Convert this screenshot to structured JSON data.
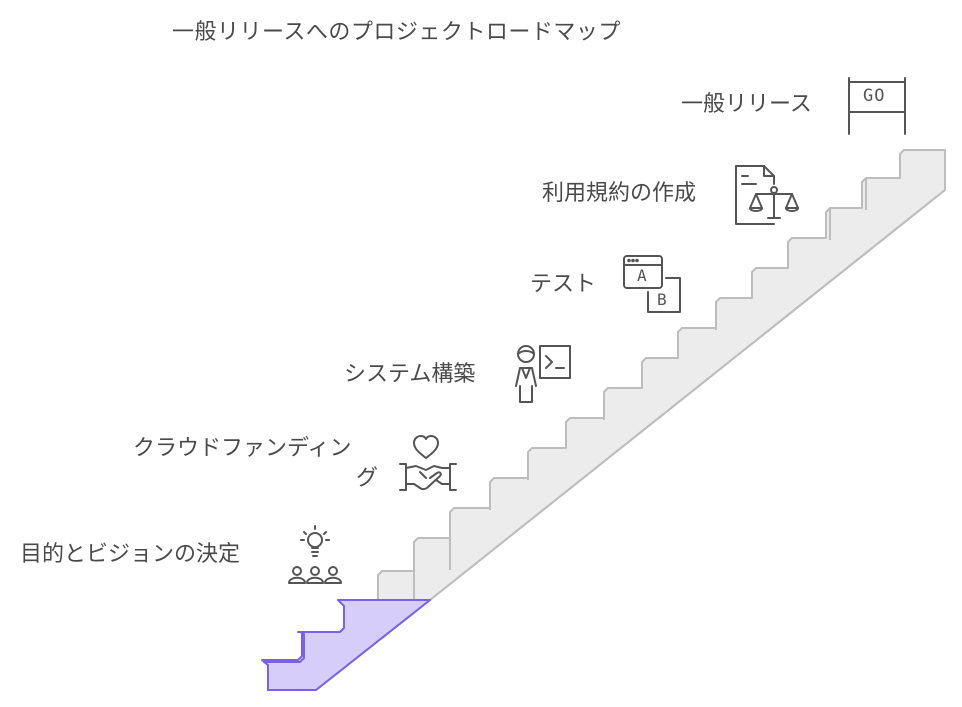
{
  "title": "一般リリースへのプロジェクトロードマップ",
  "steps": [
    {
      "label": "目的とビジョンの決定",
      "icon": "lightbulb-team-icon"
    },
    {
      "label": "クラウドファンディング",
      "line1": "クラウドファンディン",
      "line2": "グ",
      "icon": "heart-handshake-icon"
    },
    {
      "label": "システム構築",
      "icon": "developer-terminal-icon"
    },
    {
      "label": "テスト",
      "icon": "ab-test-icon"
    },
    {
      "label": "利用規約の作成",
      "icon": "document-scale-icon"
    },
    {
      "label": "一般リリース",
      "icon": "go-flag-icon"
    }
  ],
  "go_sign_text": "GO",
  "ab_text": {
    "a": "A",
    "b": "B"
  },
  "colors": {
    "active_fill": "#d6cdfb",
    "active_stroke": "#7b61e6",
    "stair_fill": "#ececec",
    "stair_stroke": "#bdbdbd",
    "icon_stroke": "#555555",
    "text": "#4a4a4a"
  }
}
